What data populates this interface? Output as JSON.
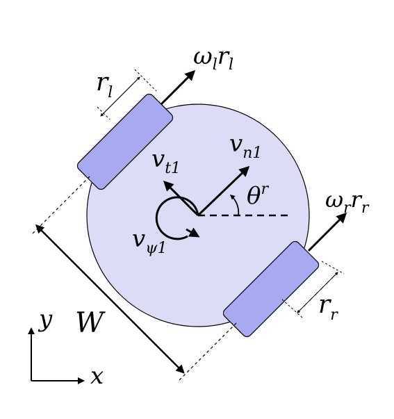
{
  "colors": {
    "body_fill": "#dcdcf7",
    "wheel_fill": "#a9a9f2",
    "stroke": "#000000"
  },
  "labels": {
    "omega_l": {
      "main": "ω",
      "sub1": "l",
      "r": "r",
      "sub2": "l"
    },
    "r_l": {
      "main": "r",
      "sub": "l"
    },
    "v_t1": {
      "main": "v",
      "sub": "t1"
    },
    "v_n1": {
      "main": "v",
      "sub": "n1"
    },
    "theta_r": {
      "main": "θ",
      "sup": "r"
    },
    "v_psi1": {
      "main": "v",
      "sub": "ψ1"
    },
    "omega_r": {
      "main": "ω",
      "sub1": "r",
      "r": "r",
      "sub2": "r"
    },
    "r_r": {
      "main": "r",
      "sub": "r"
    },
    "W": "W",
    "axis_y": "y",
    "axis_x": "x"
  }
}
